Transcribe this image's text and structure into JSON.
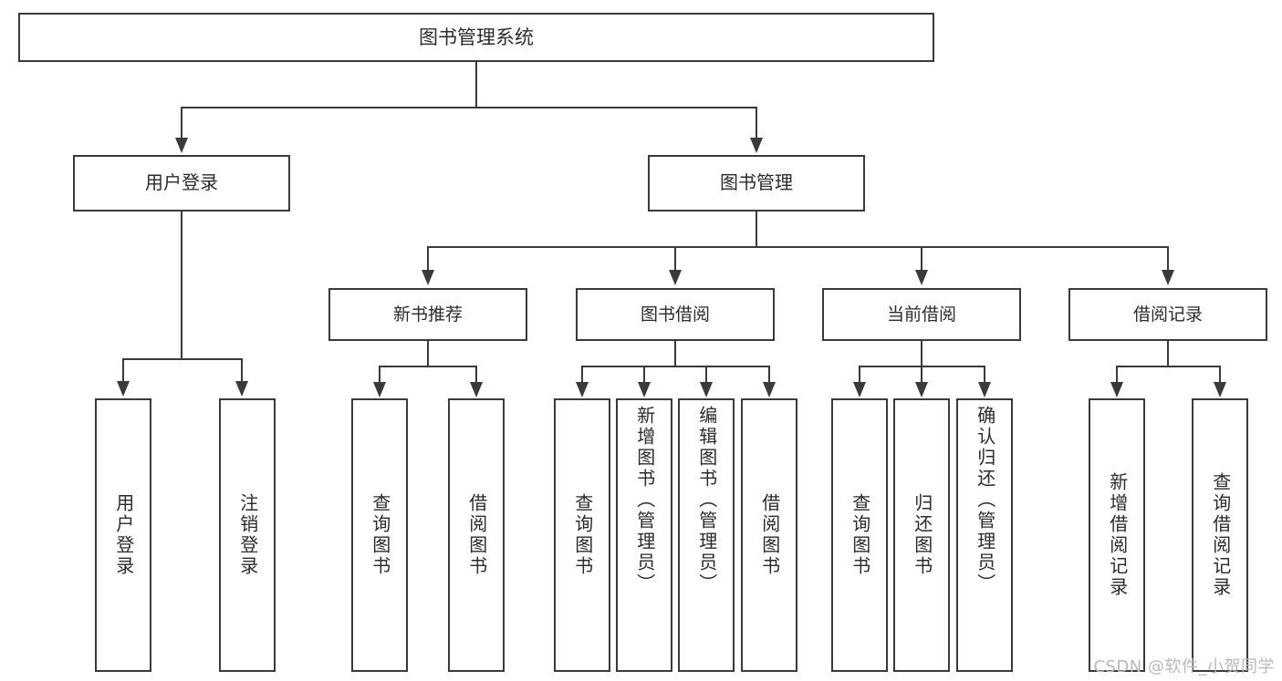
{
  "diagram": {
    "title": "图书管理系统",
    "type": "功能结构图",
    "root": {
      "label": "图书管理系统"
    },
    "level2": [
      {
        "label": "用户登录"
      },
      {
        "label": "图书管理"
      }
    ],
    "level3": [
      {
        "label": "新书推荐"
      },
      {
        "label": "图书借阅"
      },
      {
        "label": "当前借阅"
      },
      {
        "label": "借阅记录"
      }
    ],
    "leaves": {
      "user_login": [
        {
          "label": "用户登录"
        },
        {
          "label": "注销登录"
        }
      ],
      "new_book": [
        {
          "label": "查询图书"
        },
        {
          "label": "借阅图书"
        }
      ],
      "book_borrow": [
        {
          "label": "查询图书"
        },
        {
          "label": "新增图书（管理员）"
        },
        {
          "label": "编辑图书（管理员）"
        },
        {
          "label": "借阅图书"
        }
      ],
      "current_borrow": [
        {
          "label": "查询图书"
        },
        {
          "label": "归还图书"
        },
        {
          "label": "确认归还（管理员）"
        }
      ],
      "borrow_record": [
        {
          "label": "新增借阅记录"
        },
        {
          "label": "查询借阅记录"
        }
      ]
    }
  },
  "watermark": {
    "text": "CSDN @软件_小贺同学"
  },
  "colors": {
    "stroke": "#3a3a3a",
    "fill": "#ffffff",
    "text": "#2b2b2b",
    "watermark": "#b9b9b9"
  }
}
